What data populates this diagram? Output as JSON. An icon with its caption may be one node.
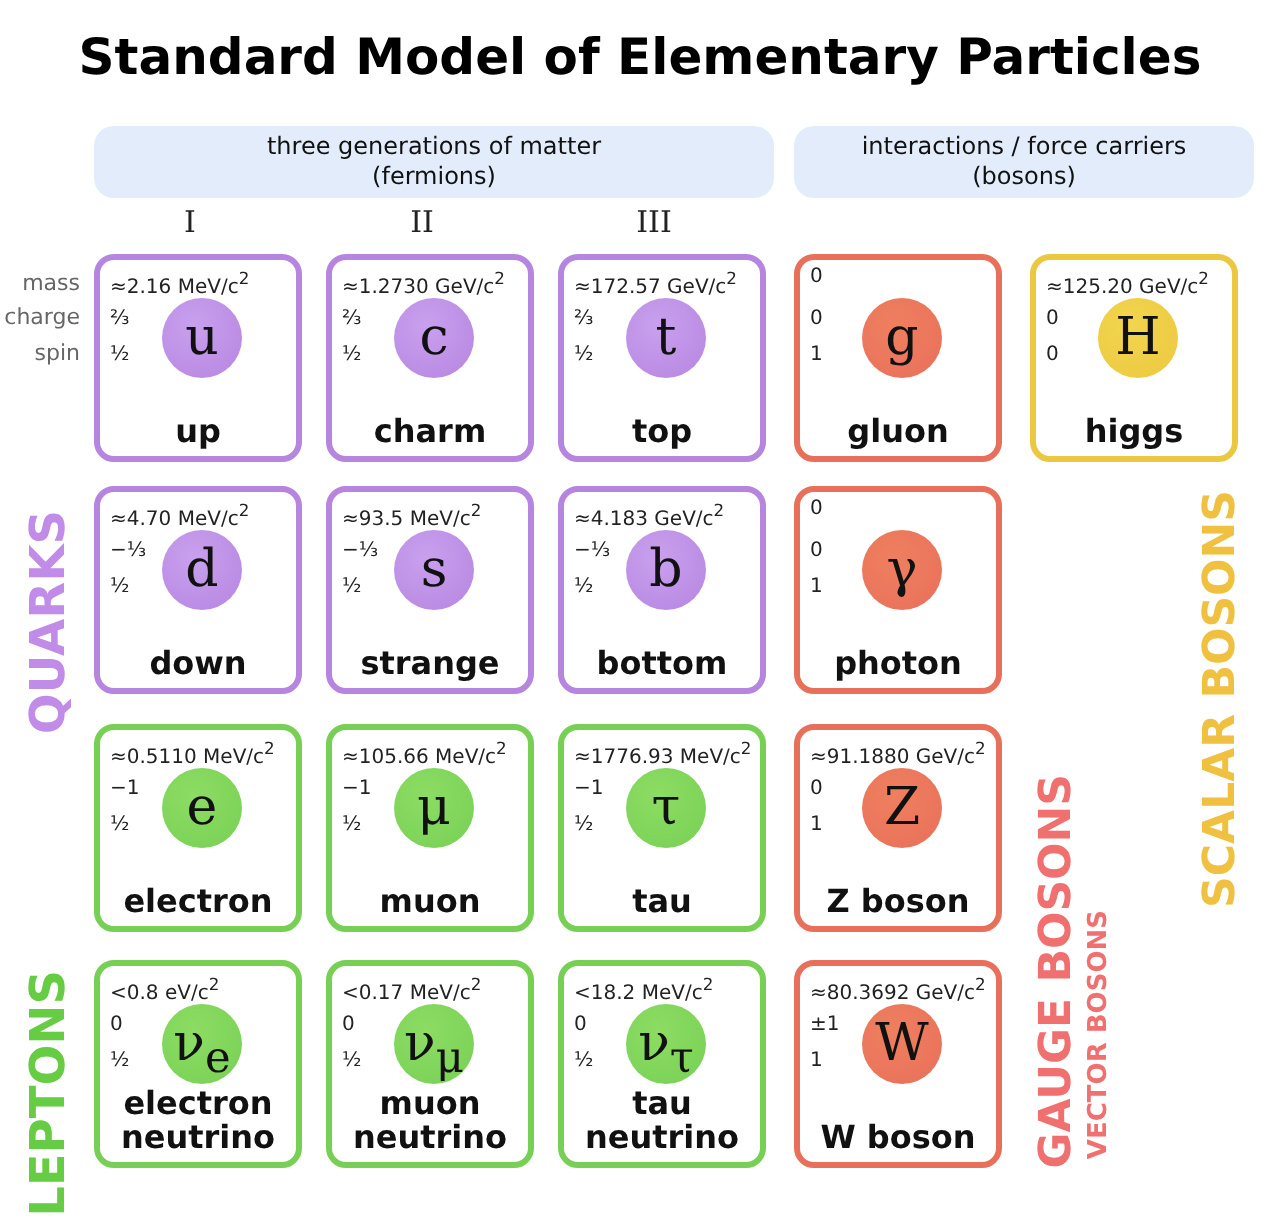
{
  "diagram": {
    "title": "Standard Model of Elementary Particles",
    "nodes": [
      {
        "text": [
          "three generations of matter (fermions)"
        ]
      },
      {
        "text": [
          "interactions / force carriers (bosons)"
        ]
      },
      {
        "text": [
          "≈2.16 MeV/c$^{2}$",
          "⅔",
          "½",
          "up"
        ]
      },
      {
        "text": [
          "u"
        ],
        "in": 2
      },
      {
        "text": [
          "≈1.2730 GeV/c$^{2}$",
          "⅔",
          "½",
          "charm"
        ]
      },
      {
        "text": [
          "c"
        ],
        "in": 4
      },
      {
        "text": [
          "≈172.57 GeV/c$^{2}$",
          "⅔",
          "½",
          "top"
        ]
      },
      {
        "text": [
          "t"
        ],
        "in": 6
      },
      {
        "text": [
          "0",
          "0",
          "1",
          "gluon"
        ]
      },
      {
        "text": [
          "g"
        ],
        "in": 8
      },
      {
        "text": [
          "≈125.20 GeV/c$^{2}$",
          "0",
          "0",
          "higgs"
        ]
      },
      {
        "text": [
          "H"
        ],
        "in": 10
      },
      {
        "text": [
          "≈4.70 MeV/c$^{2}$",
          "−⅓",
          "½",
          "down"
        ]
      },
      {
        "text": [
          "d"
        ],
        "in": 12
      },
      {
        "text": [
          "≈93.5 MeV/c$^{2}$",
          "−⅓",
          "½",
          "strange"
        ]
      },
      {
        "text": [
          "s"
        ],
        "in": 14
      },
      {
        "text": [
          "≈4.183 GeV/c$^{2}$",
          "−⅓",
          "½",
          "bottom"
        ]
      },
      {
        "text": [
          "b"
        ],
        "in": 16
      },
      {
        "text": [
          "0",
          "0",
          "1",
          "photon"
        ]
      },
      {
        "text": [
          "γ"
        ],
        "in": 18
      },
      {
        "text": [
          "≈0.5110 MeV/c$^{2}$",
          "−1",
          "½",
          "electron"
        ]
      },
      {
        "text": [
          "e"
        ],
        "in": 20
      },
      {
        "text": [
          "≈105.66 MeV/c$^{2}$",
          "−1",
          "½",
          "muon"
        ]
      },
      {
        "text": [
          "μ"
        ],
        "in": 22
      },
      {
        "text": [
          "≈1776.93 MeV/c$^{2}$",
          "−1",
          "½",
          "tau"
        ]
      },
      {
        "text": [
          "τ"
        ],
        "in": 24
      },
      {
        "text": [
          "≈91.1880 GeV/c$^{2}$",
          "0",
          "1",
          "Z boson"
        ]
      },
      {
        "text": [
          "Z"
        ],
        "in": 26
      },
      {
        "text": [
          "<0.8 eV/c$^{2}$",
          "0",
          "½",
          "electron neutrino"
        ]
      },
      {
        "text": [
          "ν$_{e}$"
        ],
        "in": 28
      },
      {
        "text": [
          "<0.17 MeV/c$^{2}$",
          "0",
          "½",
          "muon neutrino"
        ]
      },
      {
        "text": [
          "ν$_{μ}$"
        ],
        "in": 30
      },
      {
        "text": [
          "<18.2 MeV/c$^{2}$",
          "0",
          "½",
          "tau neutrino"
        ]
      },
      {
        "text": [
          "ν$_{τ}$"
        ],
        "in": 32
      },
      {
        "text": [
          "≈80.3692 GeV/c$^{2}$",
          "±1",
          "1",
          "W boson"
        ]
      },
      {
        "text": [
          "W"
        ],
        "in": 34
      }
    ],
    "labels": [
      "I",
      "II",
      "III",
      "mass",
      "charge",
      "spin",
      "QUARKS",
      "LEPTONS",
      "GAUGE BOSONS",
      "VECTOR BOSONS",
      "SCALAR BOSONS"
    ]
  }
}
